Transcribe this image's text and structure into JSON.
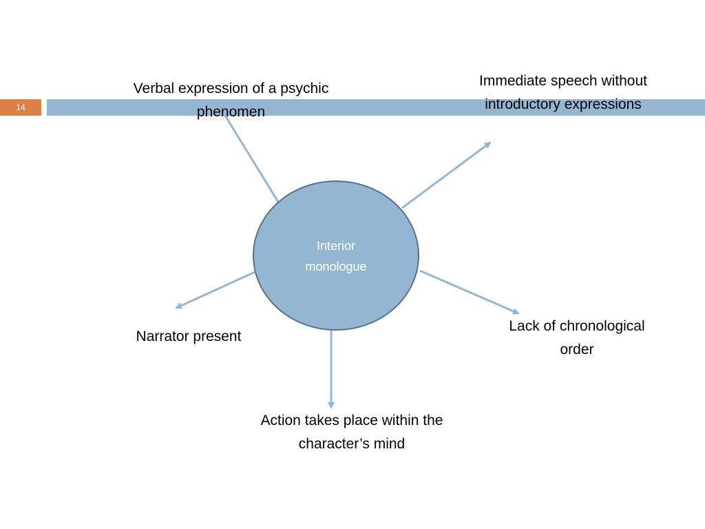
{
  "slide": {
    "number": "14"
  },
  "colors": {
    "accent": "#dd8047",
    "bar": "#94b6d2",
    "node_fill": "#94b6d2",
    "node_stroke": "#5a7184",
    "arrow": "#94b6d2"
  },
  "diagram": {
    "center": {
      "line1": "Interior",
      "line2": "monologue"
    },
    "nodes": {
      "verbal": {
        "line1": "Verbal expression of a psychic",
        "line2": "phenomen"
      },
      "immediate": {
        "line1": "Immediate speech without",
        "line2": "introductory expressions"
      },
      "narrator": {
        "line1": "Narrator present"
      },
      "lack": {
        "line1": "Lack of chronological",
        "line2": "order"
      },
      "action": {
        "line1": "Action takes place within the",
        "line2": "character’s mind"
      }
    }
  }
}
